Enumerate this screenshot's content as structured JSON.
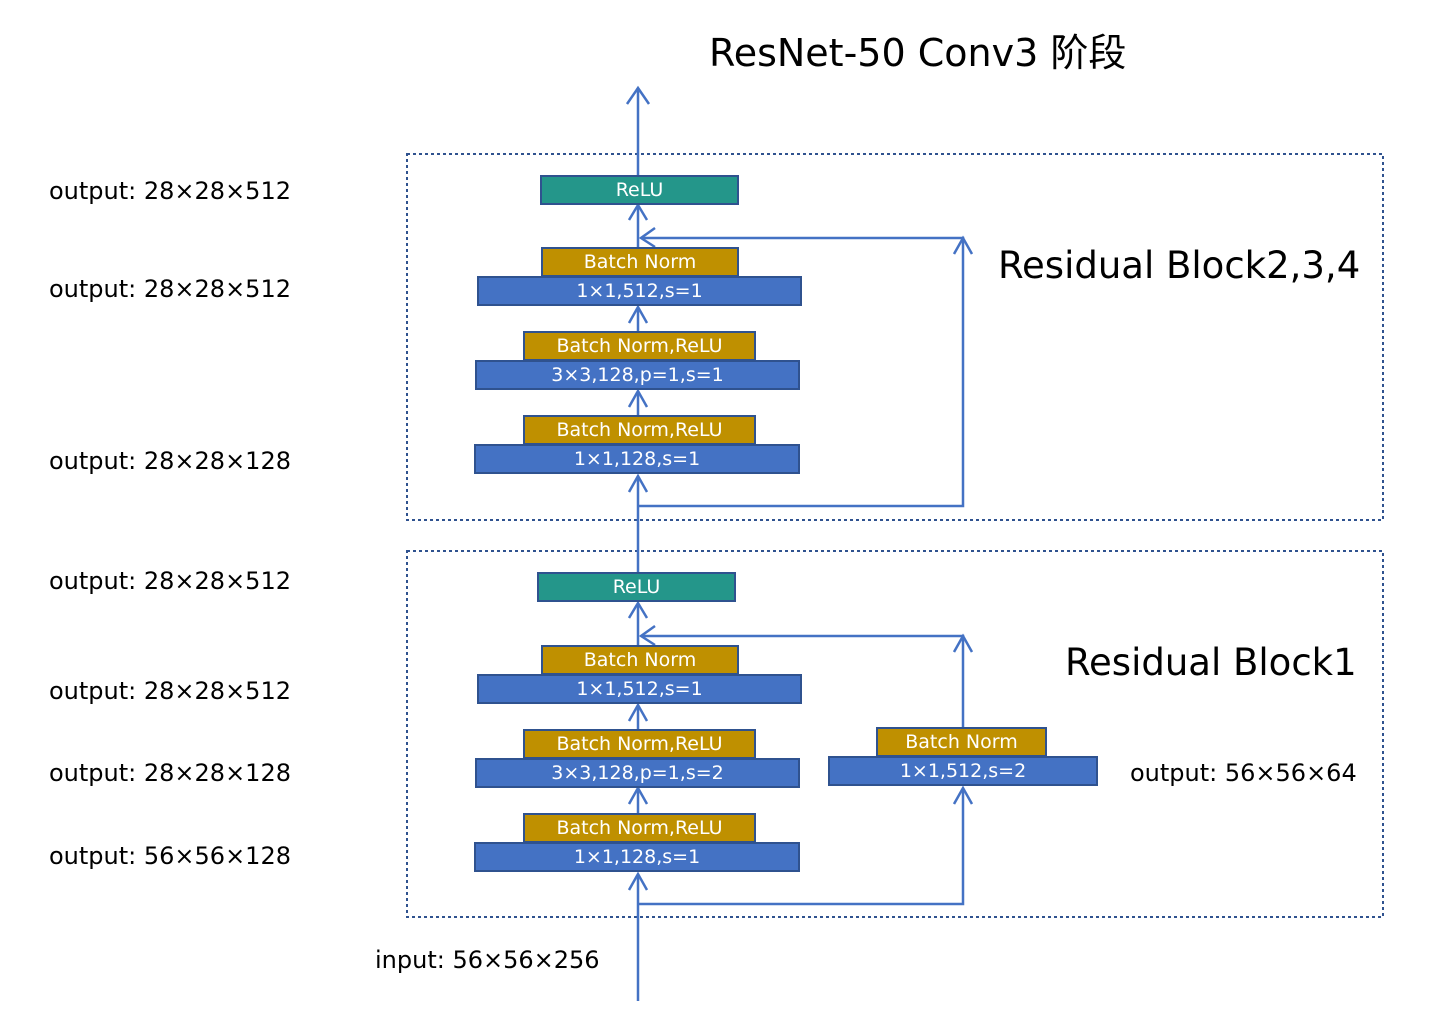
{
  "title": "ResNet-50 Conv3 阶段",
  "block_top": {
    "name": "Residual Block2,3,4",
    "relu": "ReLU",
    "bn3": "Batch Norm",
    "conv3": "1×1,512,s=1",
    "bn2": "Batch Norm,ReLU",
    "conv2": "3×3,128,p=1,s=1",
    "bn1": "Batch Norm,ReLU",
    "conv1": "1×1,128,s=1"
  },
  "block_bottom": {
    "name": "Residual Block1",
    "relu": "ReLU",
    "bn3": "Batch Norm",
    "conv3": "1×1,512,s=1",
    "bn2": "Batch Norm,ReLU",
    "conv2": "3×3,128,p=1,s=2",
    "bn1": "Batch Norm,ReLU",
    "conv1": "1×1,128,s=1",
    "shortcut_bn": "Batch Norm",
    "shortcut_conv": "1×1,512,s=2"
  },
  "outputs": {
    "top_relu": "output: 28×28×512",
    "top_conv3": "output: 28×28×512",
    "top_conv1": "output: 28×28×128",
    "bottom_relu": "output: 28×28×512",
    "bottom_conv3": "output: 28×28×512",
    "bottom_conv2": "output: 28×28×128",
    "bottom_conv1": "output: 56×56×128",
    "shortcut": "output: 56×56×64"
  },
  "input": "input: 56×56×256",
  "colors": {
    "conv": "#4472c4",
    "batch_norm": "#bf9000",
    "relu": "#24968a",
    "arrow": "#4472c4",
    "border": "#2f528f"
  }
}
